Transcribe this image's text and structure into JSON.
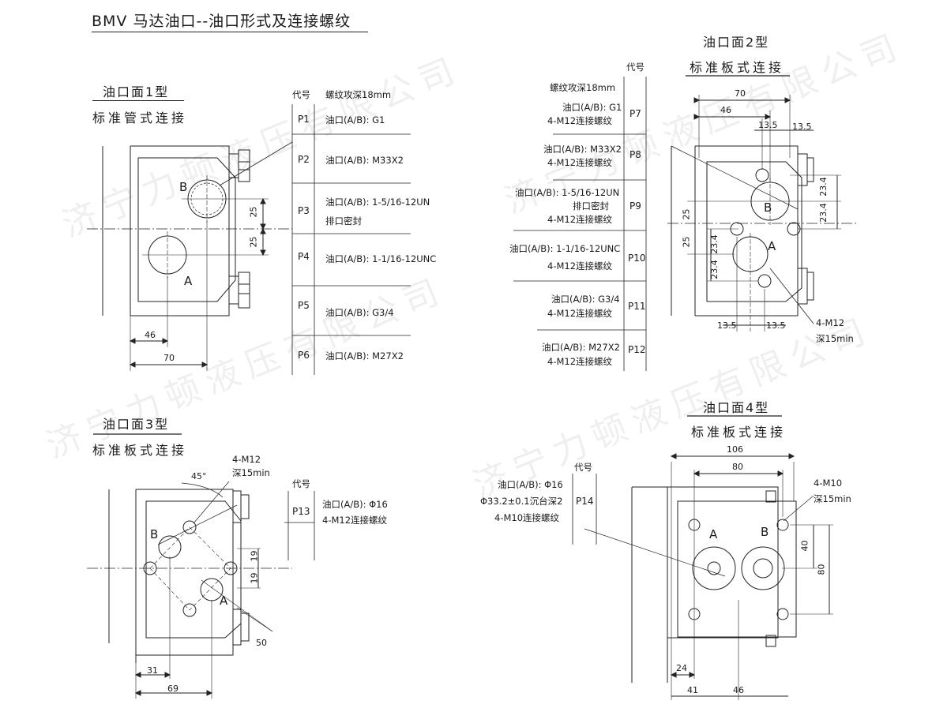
{
  "title": "BMV 马达油口--油口形式及连接螺纹",
  "watermark": "济宁力顿液压有限公司",
  "port1": {
    "heading": "油口面1型",
    "subheading": "标准管式连接",
    "labels": {
      "b": "B",
      "a": "A"
    },
    "dims": {
      "d25a": "25",
      "d25b": "25",
      "d46": "46",
      "d70": "70"
    },
    "table_header": {
      "code": "代号",
      "note": "螺纹攻深18mm"
    },
    "rows": [
      {
        "code": "P1",
        "spec": [
          "油口(A/B): G1"
        ]
      },
      {
        "code": "P2",
        "spec": [
          "油口(A/B): M33X2"
        ]
      },
      {
        "code": "P3",
        "spec": [
          "油口(A/B): 1-5/16-12UN",
          "排口密封"
        ]
      },
      {
        "code": "P4",
        "spec": [
          "油口(A/B): 1-1/16-12UNC"
        ]
      },
      {
        "code": "P5",
        "spec": [
          "油口(A/B): G3/4"
        ]
      },
      {
        "code": "P6",
        "spec": [
          "油口(A/B): M27X2"
        ]
      }
    ]
  },
  "port2": {
    "heading": "油口面2型",
    "subheading": "标准板式连接",
    "table_header": {
      "code": "代号",
      "note": "螺纹攻深18mm"
    },
    "rows": [
      {
        "code": "P7",
        "spec": [
          "油口(A/B): G1",
          "4-M12连接螺纹"
        ]
      },
      {
        "code": "P8",
        "spec": [
          "油口(A/B): M33X2",
          "4-M12连接螺纹"
        ]
      },
      {
        "code": "P9",
        "spec": [
          "油口(A/B): 1-5/16-12UN",
          "排口密封",
          "4-M12连接螺纹"
        ]
      },
      {
        "code": "P10",
        "spec": [
          "油口(A/B): 1-1/16-12UNC",
          "4-M12连接螺纹"
        ]
      },
      {
        "code": "P11",
        "spec": [
          "油口(A/B): G3/4",
          "4-M12连接螺纹"
        ]
      },
      {
        "code": "P12",
        "spec": [
          "油口(A/B): M27X2",
          "4-M12连接螺纹"
        ]
      }
    ],
    "labels": {
      "b": "B",
      "a": "A"
    },
    "dims": {
      "d70": "70",
      "d46": "46",
      "d135a": "13.5",
      "d135b": "13.5",
      "d234a": "23.4",
      "d234b": "23.4",
      "d234c": "23.4",
      "d234d": "23.4",
      "d25a": "25",
      "d25b": "25",
      "d135c": "13.5",
      "d135d": "13.5"
    },
    "callout": [
      "4-M12",
      "深15min"
    ]
  },
  "port3": {
    "heading": "油口面3型",
    "subheading": "标准板式连接",
    "callout": [
      "4-M12",
      "深15min"
    ],
    "angle": "45°",
    "labels": {
      "b": "B",
      "a": "A"
    },
    "dims": {
      "d19a": "19",
      "d19b": "19",
      "d50": "50",
      "d31": "31",
      "d69": "69"
    },
    "table_header": {
      "code": "代号"
    },
    "rows": [
      {
        "code": "P13",
        "spec": [
          "油口(A/B): Φ16",
          "4-M12连接螺纹"
        ]
      }
    ]
  },
  "port4": {
    "heading": "油口面4型",
    "subheading": "标准板式连接",
    "table_header": {
      "code": "代号"
    },
    "rows": [
      {
        "code": "P14",
        "spec": [
          "油口(A/B): Φ16",
          "Φ33.2±0.1沉台深2",
          "4-M10连接螺纹"
        ]
      }
    ],
    "callout": [
      "4-M10",
      "深15min"
    ],
    "labels": {
      "a": "A",
      "b": "B"
    },
    "dims": {
      "d106": "106",
      "d80": "80",
      "d40": "40",
      "d80v": "80",
      "d24": "24",
      "d41": "41",
      "d46": "46"
    }
  }
}
